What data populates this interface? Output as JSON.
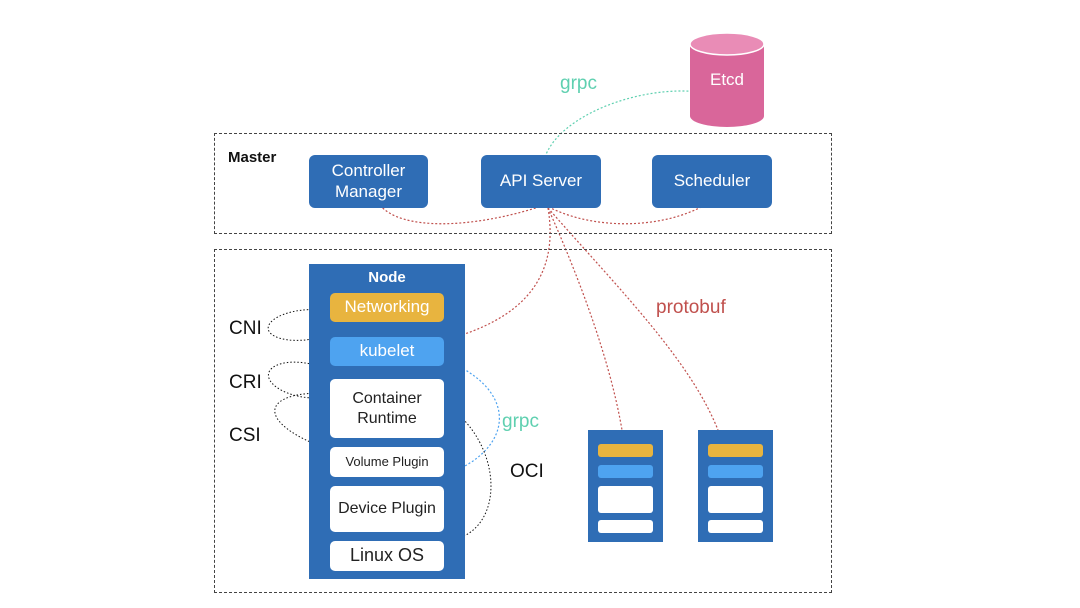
{
  "etcd": {
    "label": "Etcd"
  },
  "master": {
    "label": "Master",
    "controller_manager": "Controller Manager",
    "api_server": "API Server",
    "scheduler": "Scheduler"
  },
  "node": {
    "title": "Node",
    "networking": "Networking",
    "kubelet": "kubelet",
    "container_runtime": "Container Runtime",
    "volume_plugin": "Volume Plugin",
    "device_plugin": "Device Plugin",
    "linux_os": "Linux OS"
  },
  "interfaces": {
    "cni": "CNI",
    "cri": "CRI",
    "csi": "CSI",
    "oci": "OCI"
  },
  "protocols": {
    "grpc_top": "grpc",
    "grpc_node": "grpc",
    "protobuf": "protobuf"
  },
  "colors": {
    "service_blue": "#2f6db5",
    "etcd_pink": "#d9669a",
    "networking_yellow": "#e8b43f",
    "kubelet_blue": "#4ea3f0",
    "grpc_green": "#5fd0b0",
    "protobuf_red": "#c0504d"
  }
}
